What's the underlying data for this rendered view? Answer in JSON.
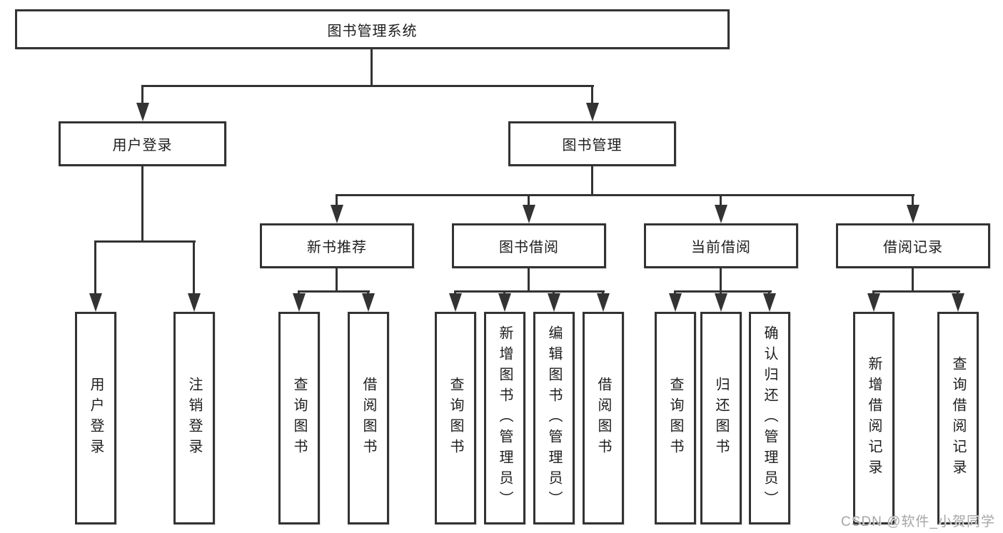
{
  "diagram": {
    "title_node": {
      "label": "图书管理系统"
    },
    "level2": [
      {
        "label": "用户登录"
      },
      {
        "label": "图书管理"
      }
    ],
    "level3": [
      {
        "label": "新书推荐"
      },
      {
        "label": "图书借阅"
      },
      {
        "label": "当前借阅"
      },
      {
        "label": "借阅记录"
      }
    ],
    "leaves": {
      "user_login": [
        {
          "label": "用户登录"
        },
        {
          "label": "注销登录"
        }
      ],
      "new_book": [
        {
          "label": "查询图书"
        },
        {
          "label": "借阅图书"
        }
      ],
      "book_borrow": [
        {
          "label": "查询图书"
        },
        {
          "label": "新增图书（管理员）"
        },
        {
          "label": "编辑图书（管理员）"
        },
        {
          "label": "借阅图书"
        }
      ],
      "current_borrow": [
        {
          "label": "查询图书"
        },
        {
          "label": "归还图书"
        },
        {
          "label": "确认归还（管理员）"
        }
      ],
      "borrow_record": [
        {
          "label": "新增借阅记录"
        },
        {
          "label": "查询借阅记录"
        }
      ]
    },
    "colors": {
      "line": "#333333",
      "box_border": "#333333",
      "text": "#1d1d1d",
      "background": "#ffffff",
      "watermark": "#a6a6a6"
    }
  },
  "watermark": {
    "text": "CSDN @软件_小贺同学"
  }
}
